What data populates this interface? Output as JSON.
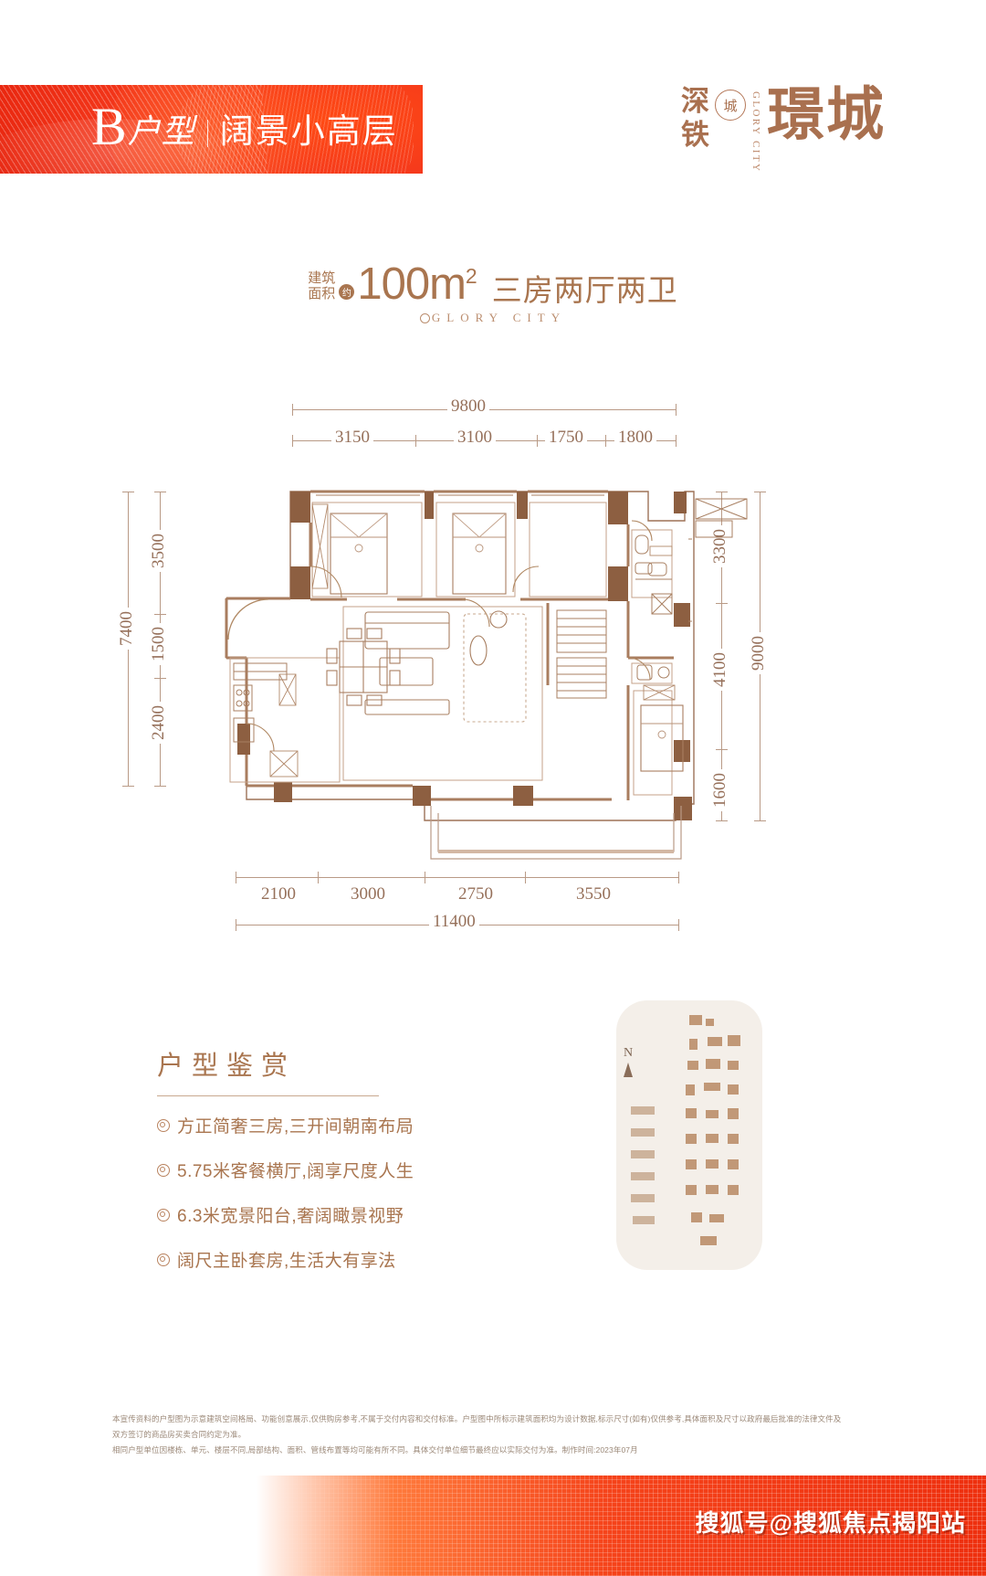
{
  "header": {
    "unit_letter": "B",
    "unit_type": "户型",
    "subtitle": "阔景小高层"
  },
  "brand": {
    "line1": "深",
    "line2": "铁",
    "seal": "城",
    "english": "GLORY CITY",
    "name": "璟城"
  },
  "area_title": {
    "pre_line1": "建筑",
    "pre_line2": "面积",
    "approx": "约",
    "number": "100m",
    "superscript": "2",
    "rooms": "三房两厅两卫",
    "glory": "GLORY CITY"
  },
  "floorplan": {
    "top_total": "9800",
    "top_segments": [
      "3150",
      "3100",
      "1750",
      "1800"
    ],
    "left_total": "7400",
    "left_segments": [
      "3500",
      "1500",
      "2400"
    ],
    "right_total": "9000",
    "right_segments": [
      "3300",
      "4100",
      "1600"
    ],
    "bottom_segments": [
      "2100",
      "3000",
      "2750",
      "3550"
    ],
    "bottom_total": "11400"
  },
  "features": {
    "heading": "户型鉴赏",
    "items": [
      "方正简奢三房,三开间朝南布局",
      "5.75米客餐横厅,阔享尺度人生",
      "6.3米宽景阳台,奢阔瞰景视野",
      "阔尺主卧套房,生活大有享法"
    ]
  },
  "sitemap": {
    "north": "N"
  },
  "disclaimer": {
    "line1": "本宣传资料的户型图为示意建筑空间格局、功能创意展示,仅供购房参考,不属于交付内容和交付标准。户型图中所标示建筑面积均为设计数据,标示尺寸(如有)仅供参考,具体面积及尺寸以政府最后批准的法律文件及双方签订的商品房买卖合同约定为准。",
    "line2": "相同户型单位因楼栋、单元、楼层不同,局部结构、面积、管线布置等均可能有所不同。具体交付单位细节最终应以实际交付为准。制作时间:2023年07月"
  },
  "footer": {
    "watermark": "搜狐号@搜狐焦点揭阳站"
  },
  "colors": {
    "brand_brown": "#a9754f",
    "banner_red": "#f5391c",
    "wall": "#8d5f41",
    "line": "#b99a86"
  }
}
